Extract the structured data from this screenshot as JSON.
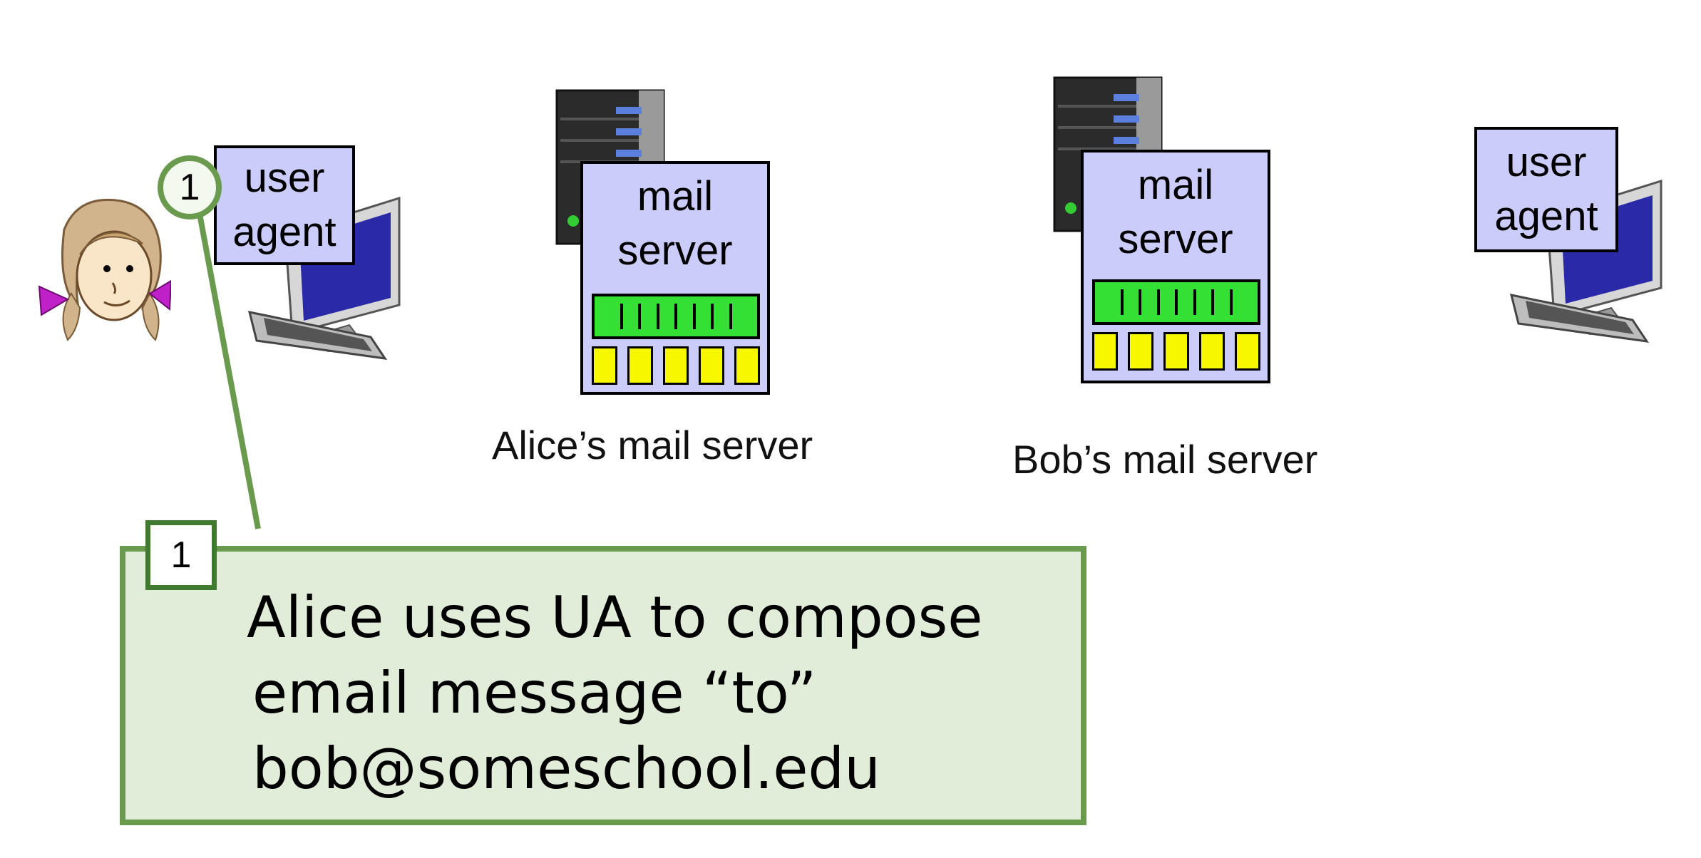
{
  "left_user_agent": {
    "line1": "user",
    "line2": "agent"
  },
  "right_user_agent": {
    "line1": "user",
    "line2": "agent"
  },
  "alice_server": {
    "line1": "mail",
    "line2": "server",
    "caption": "Alice’s mail server"
  },
  "bob_server": {
    "line1": "mail",
    "line2": "server",
    "caption": "Bob’s mail server"
  },
  "step_marker": {
    "number": "1"
  },
  "callout": {
    "number": "1",
    "line1": "Alice uses UA to compose",
    "line2": "email message “to”",
    "line3": "bob@someschool.edu"
  },
  "colors": {
    "label_fill": "#ccccfa",
    "callout_fill": "#e1ecd9",
    "callout_border": "#6a9a4e",
    "rack_green": "#33e033",
    "rack_yellow": "#f7f700"
  }
}
